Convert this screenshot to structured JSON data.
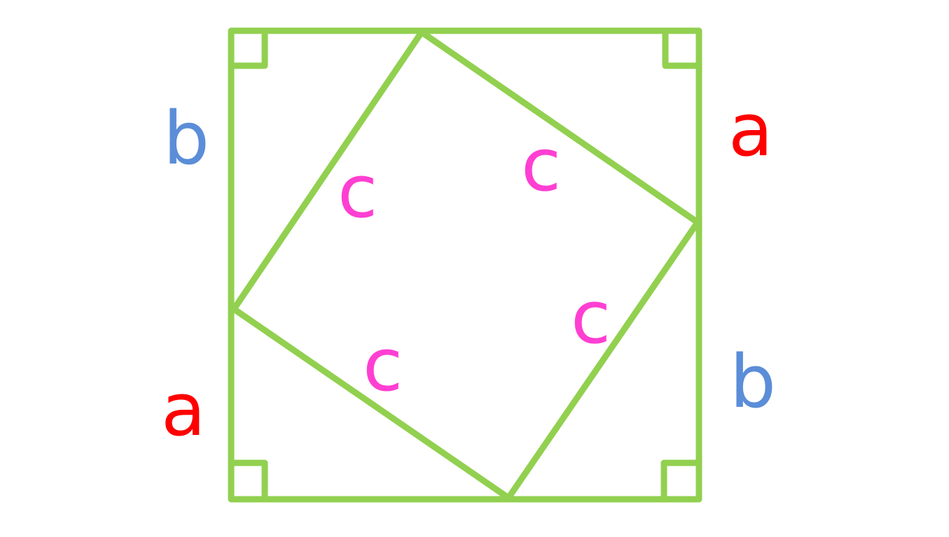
{
  "diagram": {
    "labels": {
      "left_top": "b",
      "left_bottom": "a",
      "right_top": "a",
      "right_bottom": "b",
      "hyp_top_left": "c",
      "hyp_top_right": "c",
      "hyp_bottom_right": "c",
      "hyp_bottom_left": "c"
    },
    "colors": {
      "stroke": "#92D050",
      "a": "#FF0000",
      "b": "#5B8DD8",
      "c": "#FF3FD2",
      "background": "#FFFFFF"
    }
  }
}
